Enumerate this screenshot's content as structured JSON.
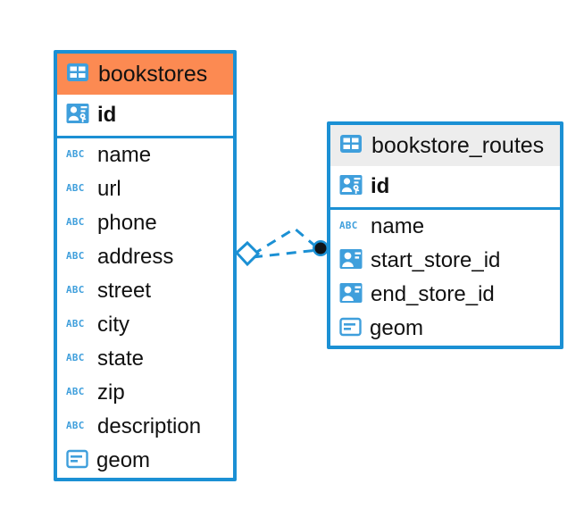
{
  "diagram": {
    "type": "entity-relationship-diagram",
    "background": "#ffffff",
    "accent_blue": "#1b90d4",
    "selected_header_color": "#fc8a52",
    "unselected_header_color": "#ededed",
    "text_color": "#111111"
  },
  "entities": [
    {
      "name": "bookstores",
      "selected": true,
      "header_icon": "table-icon",
      "primary_key": {
        "label": "id",
        "icon": "primary-key-icon"
      },
      "fields": [
        {
          "label": "name",
          "icon": "text-type-icon"
        },
        {
          "label": "url",
          "icon": "text-type-icon"
        },
        {
          "label": "phone",
          "icon": "text-type-icon"
        },
        {
          "label": "address",
          "icon": "text-type-icon"
        },
        {
          "label": "street",
          "icon": "text-type-icon"
        },
        {
          "label": "city",
          "icon": "text-type-icon"
        },
        {
          "label": "state",
          "icon": "text-type-icon"
        },
        {
          "label": "zip",
          "icon": "text-type-icon"
        },
        {
          "label": "description",
          "icon": "text-type-icon"
        },
        {
          "label": "geom",
          "icon": "geometry-type-icon"
        }
      ]
    },
    {
      "name": "bookstore_routes",
      "selected": false,
      "header_icon": "table-icon",
      "primary_key": {
        "label": "id",
        "icon": "primary-key-icon"
      },
      "fields": [
        {
          "label": "name",
          "icon": "text-type-icon"
        },
        {
          "label": "start_store_id",
          "icon": "foreign-key-icon"
        },
        {
          "label": "end_store_id",
          "icon": "foreign-key-icon"
        },
        {
          "label": "geom",
          "icon": "geometry-type-icon"
        }
      ]
    }
  ],
  "relationships": [
    {
      "from": "bookstores",
      "to": "bookstore_routes",
      "source_marker": "rhombus-open",
      "target_marker": "filled-circle",
      "line_style": "dashed",
      "color": "#1b90d4"
    },
    {
      "from": "bookstores",
      "to": "bookstore_routes",
      "source_marker": "rhombus-open",
      "target_marker": "filled-circle",
      "line_style": "dashed",
      "color": "#1b90d4"
    }
  ]
}
